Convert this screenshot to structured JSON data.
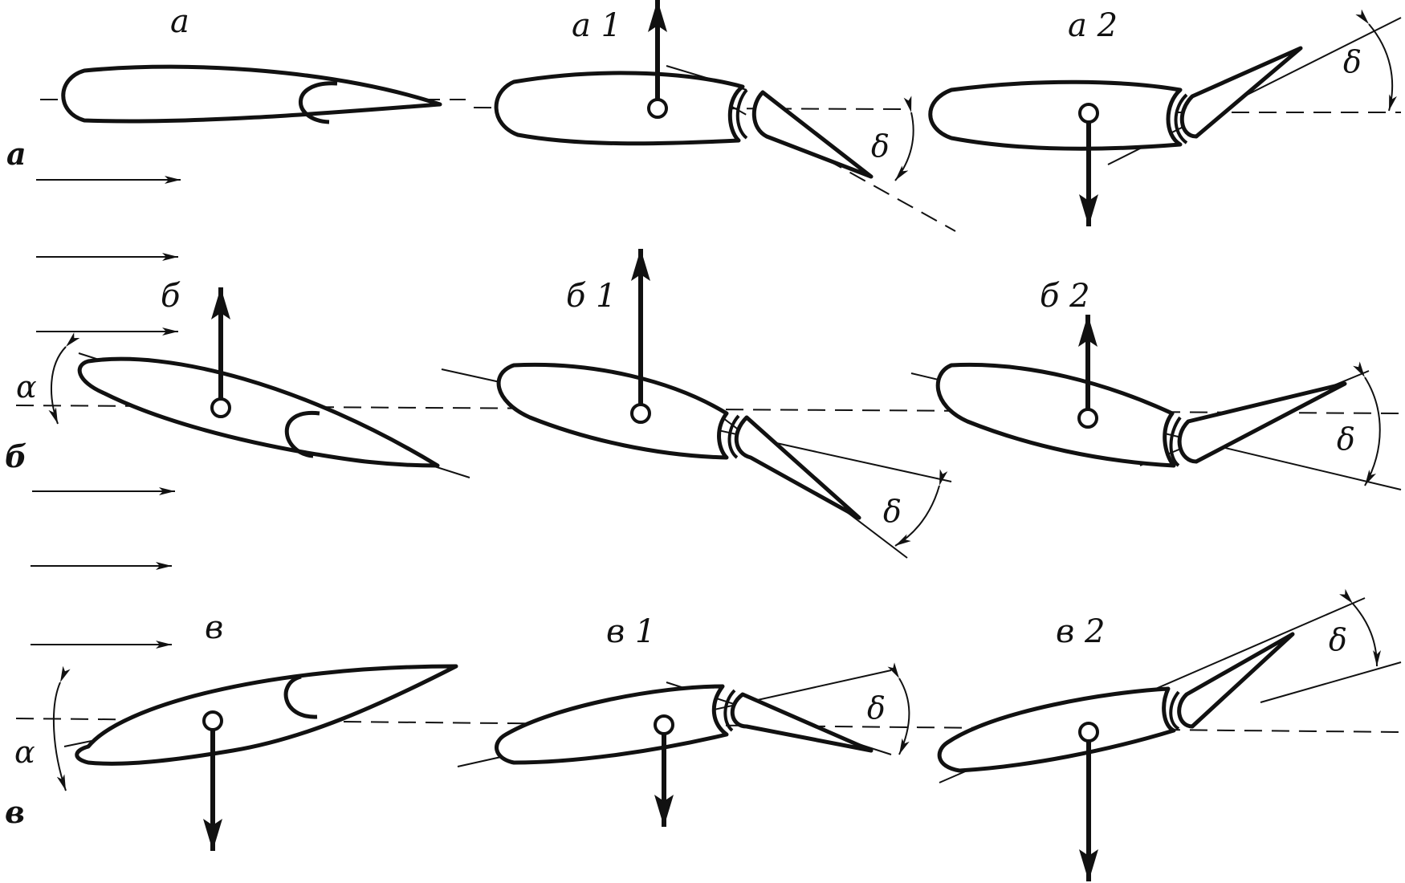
{
  "labels": {
    "a": "а",
    "a1": "а 1",
    "a2": "а 2",
    "b": "б",
    "b1": "б 1",
    "b2": "б 2",
    "v": "в",
    "v1": "в 1",
    "v2": "в 2"
  },
  "row_labels": {
    "a": "а",
    "b": "б",
    "v": "в"
  },
  "angle_labels": {
    "alpha": "α",
    "delta": "δ"
  },
  "colors": {
    "ink": "#111111",
    "paper": "#ffffff"
  }
}
